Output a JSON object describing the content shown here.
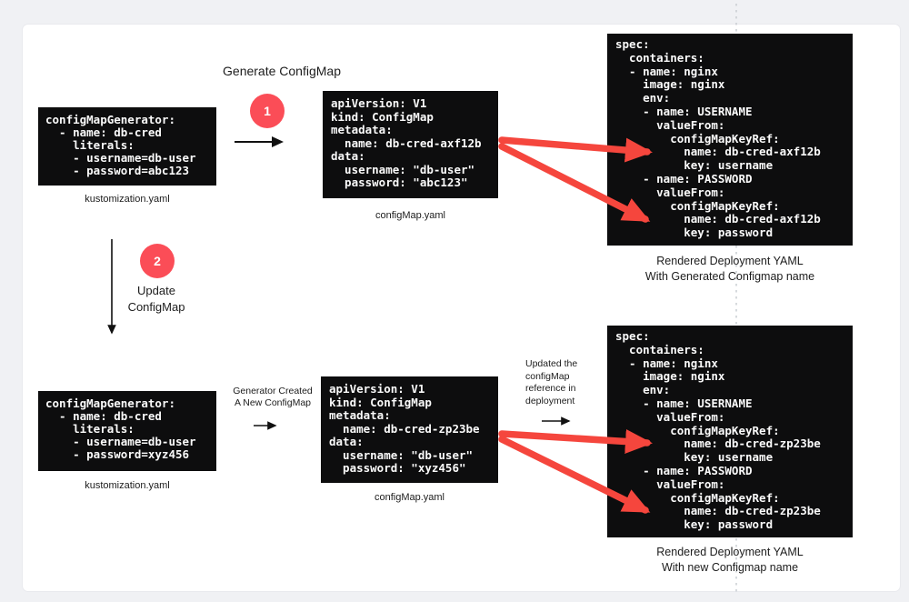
{
  "colors": {
    "accent_red": "#f5463d",
    "badge_red": "#fb4d57",
    "block_bg": "#0d0d0e",
    "dotted_line": "#c9cdd2"
  },
  "steps": {
    "step1_title": "Generate ConfigMap",
    "step1_badge": "1",
    "step2_badge": "2",
    "step2_label": "Update\nConfigMap",
    "generator_created_label": "Generator Created\nA New ConfigMap",
    "updated_reference_label": "Updated the\nconfigMap\nreference in\ndeployment"
  },
  "blocks": {
    "kustomization_top": {
      "caption": "kustomization.yaml",
      "code": "configMapGenerator:\n  - name: db-cred\n    literals:\n    - username=db-user\n    - password=abc123"
    },
    "configmap_top": {
      "caption": "configMap.yaml",
      "code": "apiVersion: V1\nkind: ConfigMap\nmetadata:\n  name: db-cred-axf12b\ndata:\n  username: \"db-user\"\n  password: \"abc123\""
    },
    "deployment_top": {
      "caption": "Rendered Deployment YAML\nWith Generated Configmap name",
      "code": "spec:\n  containers:\n  - name: nginx\n    image: nginx\n    env:\n    - name: USERNAME\n      valueFrom:\n        configMapKeyRef:\n          name: db-cred-axf12b\n          key: username\n    - name: PASSWORD\n      valueFrom:\n        configMapKeyRef:\n          name: db-cred-axf12b\n          key: password"
    },
    "kustomization_bottom": {
      "caption": "kustomization.yaml",
      "code": "configMapGenerator:\n  - name: db-cred\n    literals:\n    - username=db-user\n    - password=xyz456"
    },
    "configmap_bottom": {
      "caption": "configMap.yaml",
      "code": "apiVersion: V1\nkind: ConfigMap\nmetadata:\n  name: db-cred-zp23be\ndata:\n  username: \"db-user\"\n  password: \"xyz456\""
    },
    "deployment_bottom": {
      "caption": "Rendered Deployment YAML\nWith new Configmap name",
      "code": "spec:\n  containers:\n  - name: nginx\n    image: nginx\n    env:\n    - name: USERNAME\n      valueFrom:\n        configMapKeyRef:\n          name: db-cred-zp23be\n          key: username\n    - name: PASSWORD\n      valueFrom:\n        configMapKeyRef:\n          name: db-cred-zp23be\n          key: password"
    }
  }
}
